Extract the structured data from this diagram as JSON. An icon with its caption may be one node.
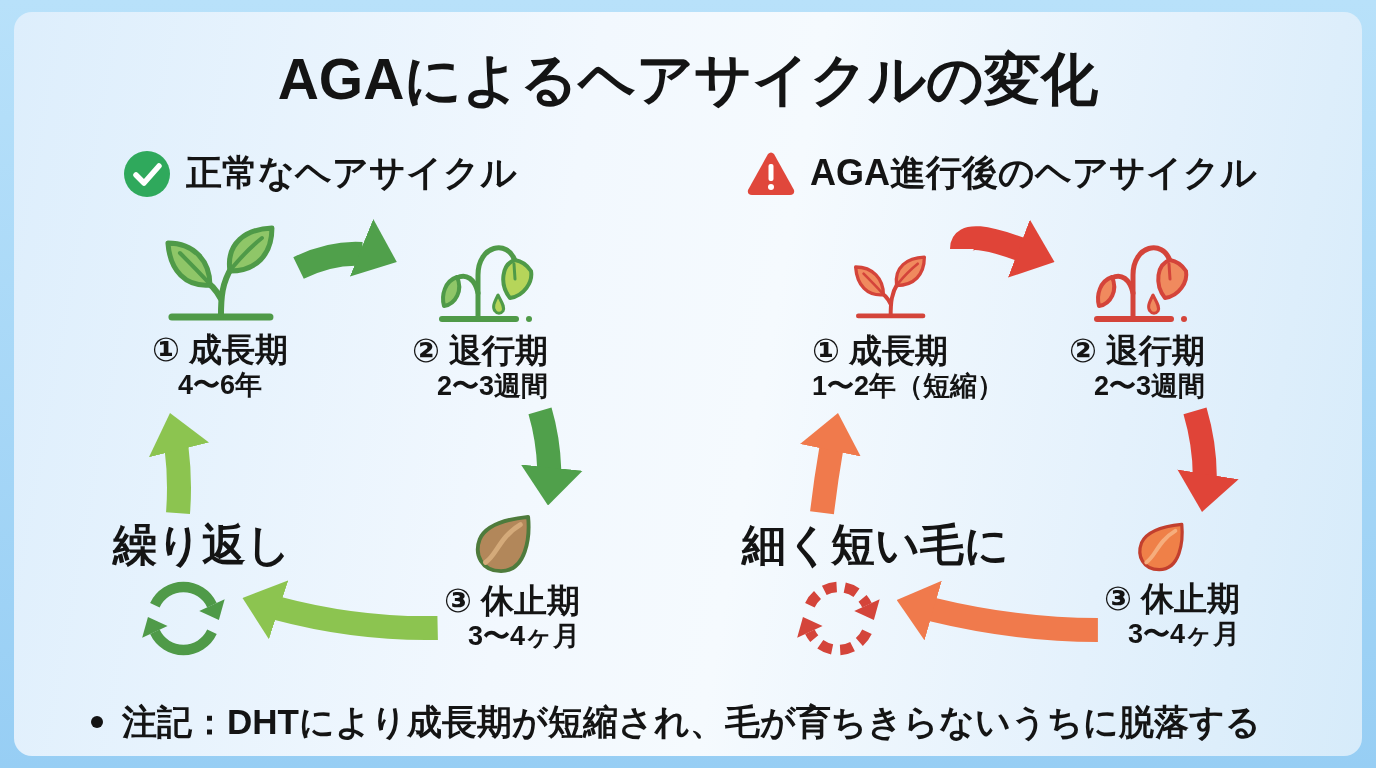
{
  "diagram": {
    "title": "AGAによるヘアサイクルの変化",
    "nodes": [
      {
        "text": [
          "① 成長期",
          "4〜6年"
        ]
      },
      {
        "text": [
          "② 退行期",
          "2〜3週間"
        ]
      },
      {
        "text": [
          "③ 休止期",
          "3〜4ヶ月"
        ]
      },
      {
        "text": [
          "繰り返し"
        ]
      },
      {
        "text": [],
        "shape": "picture"
      },
      {
        "text": [
          "① 成長期",
          "1〜2年（短縮）"
        ]
      },
      {
        "text": [
          "② 退行期",
          "2〜3週間"
        ]
      },
      {
        "text": [
          "③ 休止期",
          "3〜4ヶ月"
        ]
      },
      {
        "text": [
          "細く短い毛に"
        ]
      },
      {
        "text": [],
        "shape": "picture"
      }
    ],
    "edges": [
      {
        "from": 0,
        "to": 1,
        "arrow": "to",
        "color": "#50a04b"
      },
      {
        "from": 1,
        "to": 2,
        "arrow": "to",
        "color": "#50a04b"
      },
      {
        "from": 2,
        "to": 4,
        "arrow": "to",
        "color": "#8cc450"
      },
      {
        "from": 3,
        "to": 0,
        "arrow": "to",
        "color": "#8cc450"
      },
      {
        "from": 5,
        "to": 6,
        "arrow": "to",
        "color": "#e04438"
      },
      {
        "from": 6,
        "to": 7,
        "arrow": "to",
        "color": "#e04438"
      },
      {
        "from": 7,
        "to": 9,
        "arrow": "to",
        "color": "#f07a4c"
      },
      {
        "from": 8,
        "to": 5,
        "arrow": "to",
        "color": "#f07a4c"
      }
    ],
    "labels": [
      "正常なヘアサイクル",
      "AGA進行後のヘアサイクル",
      "注記：DHTにより成長期が短縮され、毛が育ちきらないうちに脱落する"
    ]
  }
}
